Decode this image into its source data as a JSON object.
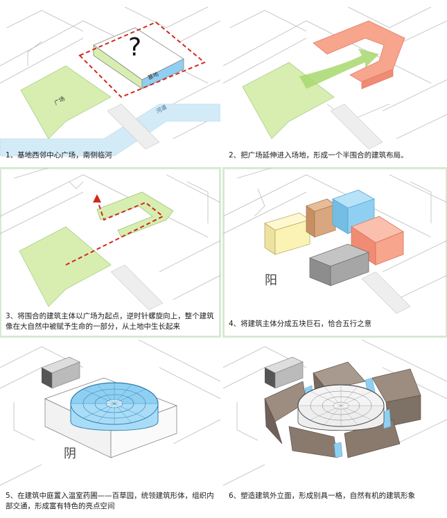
{
  "panels": [
    {
      "caption": "1、基地西邻中心广场，南侧临河",
      "labels": {
        "question": "?",
        "plaza": "广场",
        "site": "基地",
        "river": "河道"
      }
    },
    {
      "caption": "2、把广场延伸进入场地，形成一个半围合的建筑布局。"
    },
    {
      "caption": "3、将围合的建筑主体以广场为起点，逆时针螺旋向上，整个建筑像在大自然中被赋予生命的一部分，从土地中生长起来"
    },
    {
      "caption": "4、将建筑主体分成五块巨石，恰合五行之意",
      "labels": {
        "yang": "阳"
      }
    },
    {
      "caption": "5、在建筑中庭置入温室药圃——百草园，统领建筑形体，组织内部交通，形成富有特色的亮点空间",
      "labels": {
        "yin": "阴"
      }
    },
    {
      "caption": "6、塑造建筑外立面，形成别具一格，自然有机的建筑形象"
    }
  ],
  "colors": {
    "plaza_green": "#d7eeb0",
    "salmon": "#f7a58c",
    "yellow": "#fbf3b3",
    "brown": "#d8a77f",
    "blue": "#8fd0f2",
    "grey": "#a6a6a6",
    "river": "#d3ebf7",
    "dashed_red": "#d0281c",
    "frame_green": "#d6ead2",
    "facade_brown": "#8a7a6e"
  }
}
